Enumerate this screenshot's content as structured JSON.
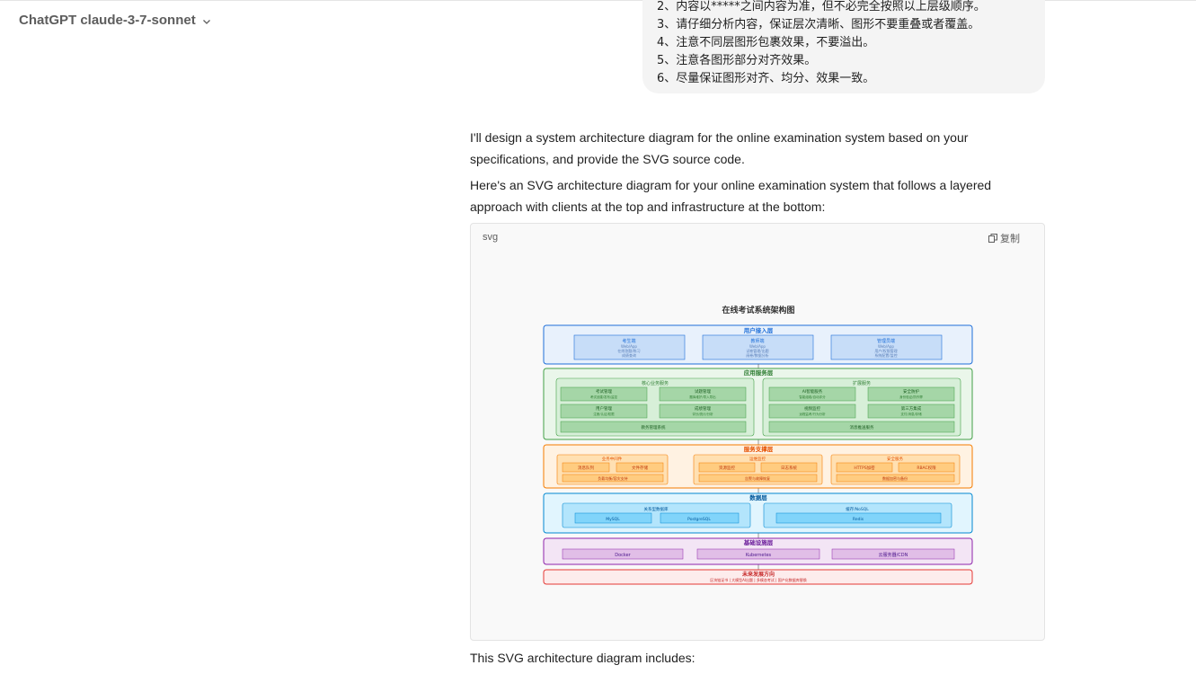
{
  "header": {
    "model_label": "ChatGPT claude-3-7-sonnet"
  },
  "user_message": {
    "lines": [
      "2、内容以*****之间内容为准，但不必完全按照以上层级顺序。",
      "3、请仔细分析内容，保证层次清晰、图形不要重叠或者覆盖。",
      "4、注意不同层图形包裹效果，不要溢出。",
      "5、注意各图形部分对齐效果。",
      "6、尽量保证图形对齐、均分、效果一致。"
    ]
  },
  "assistant": {
    "para1": "I'll design a system architecture diagram for the online examination system based on your specifications, and provide the SVG source code.",
    "para2": "Here's an SVG architecture diagram for your online examination system that follows a layered approach with clients at the top and infrastructure at the bottom:",
    "para3": "This SVG architecture diagram includes:"
  },
  "code_block": {
    "language": "svg",
    "copy_label": "复制"
  },
  "diagram": {
    "title": "在线考试系统架构图",
    "client_layer": {
      "title": "用户接入层",
      "boxes": [
        {
          "title": "考生端",
          "sub1": "Web/App",
          "sub2": "在线答题/练习",
          "sub3": "成绩查询"
        },
        {
          "title": "教师端",
          "sub1": "Web/App",
          "sub2": "试卷管理/出题",
          "sub3": "阅卷/数据分析"
        },
        {
          "title": "管理员端",
          "sub1": "Web/App",
          "sub2": "用户/权限管理",
          "sub3": "系统配置/监控"
        }
      ]
    },
    "app_layer": {
      "title": "应用服务层",
      "core": {
        "title": "核心业务服务",
        "boxes": [
          {
            "title": "考试管理",
            "sub": "考试创建/发布/监控"
          },
          {
            "title": "试题管理",
            "sub": "题库维护/导入导出"
          },
          {
            "title": "用户管理",
            "sub": "注册/认证/权限"
          },
          {
            "title": "成绩管理",
            "sub": "评分/统计/分析"
          }
        ],
        "footer": "教务管理系统"
      },
      "ext": {
        "title": "扩展服务",
        "boxes": [
          {
            "title": "AI智能服务",
            "sub": "智能组卷/自动评分"
          },
          {
            "title": "安全防护",
            "sub": "身份验证/防作弊"
          },
          {
            "title": "视频监控",
            "sub": "远程监考/行为分析"
          },
          {
            "title": "第三方集成",
            "sub": "支付/消息/存储"
          }
        ],
        "footer": "消息推送服务"
      }
    },
    "support_layer": {
      "title": "服务支撑层",
      "groups": [
        {
          "title": "业务中间件",
          "items": [
            "消息队列",
            "文件存储"
          ],
          "footer": "负载均衡/容灾支持"
        },
        {
          "title": "运维监控",
          "items": [
            "资源监控",
            "日志系统"
          ],
          "footer": "告警与故障恢复"
        },
        {
          "title": "安全服务",
          "items": [
            "HTTPS加密",
            "RBAC权限"
          ],
          "footer": "数据加密与备份"
        }
      ]
    },
    "data_layer": {
      "title": "数据层",
      "groups": [
        {
          "title": "关系型数据库",
          "items": [
            "MySQL",
            "PostgreSQL"
          ]
        },
        {
          "title": "缓存/NoSQL",
          "items": [
            "Redis"
          ]
        }
      ]
    },
    "infra_layer": {
      "title": "基础设施层",
      "items": [
        "Docker",
        "Kubernetes",
        "云服务器/CDN"
      ]
    },
    "future_layer": {
      "title": "未来发展方向",
      "text": "区块链证书 | 大模型AI出题 | 多模态考试 | 国产化数据库替换"
    }
  },
  "colors": {
    "blue": "#1e6fd9",
    "green": "#43a047",
    "orange": "#f57c00",
    "teal": "#0288d1",
    "purple": "#8e24aa",
    "red": "#e53935"
  }
}
